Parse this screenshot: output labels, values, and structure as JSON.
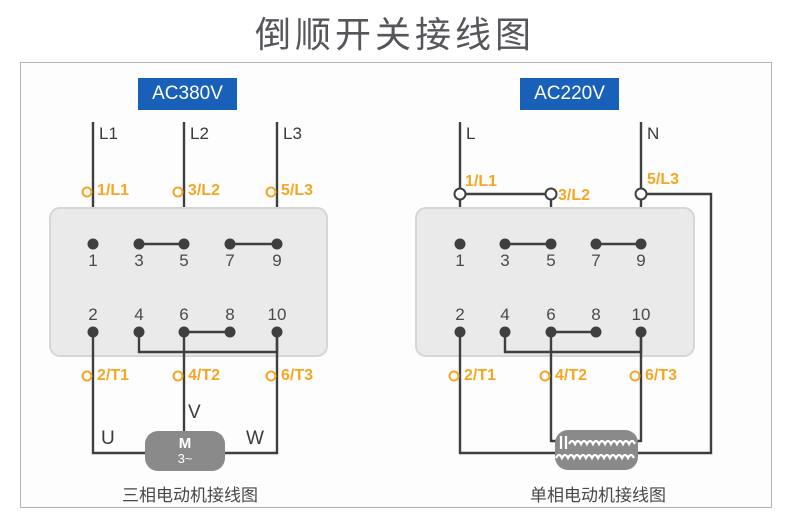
{
  "title": "倒顺开关接线图",
  "colors": {
    "accent_blue": "#1961b8",
    "accent_orange": "#f5a623",
    "wire": "#3f3f3f",
    "switch_body": "#eaeaea",
    "motor_gray": "#8a8a8a"
  },
  "left": {
    "badge": "AC380V",
    "inputs": [
      "L1",
      "L2",
      "L3"
    ],
    "top_terminals": [
      "1/L1",
      "3/L2",
      "5/L3"
    ],
    "switch_top": [
      "1",
      "3",
      "5",
      "7",
      "9"
    ],
    "switch_bottom": [
      "2",
      "4",
      "6",
      "8",
      "10"
    ],
    "bottom_terminals": [
      "2/T1",
      "4/T2",
      "6/T3"
    ],
    "motor": {
      "label": "M",
      "sub": "3~",
      "phases": [
        "U",
        "V",
        "W"
      ]
    },
    "caption": "三相电动机接线图"
  },
  "right": {
    "badge": "AC220V",
    "inputs": [
      "L",
      "N"
    ],
    "top_terminals": [
      "1/L1",
      "3/L2",
      "5/L3"
    ],
    "switch_top": [
      "1",
      "3",
      "5",
      "7",
      "9"
    ],
    "switch_bottom": [
      "2",
      "4",
      "6",
      "8",
      "10"
    ],
    "bottom_terminals": [
      "2/T1",
      "4/T2",
      "6/T3"
    ],
    "caption": "单相电动机接线图"
  }
}
